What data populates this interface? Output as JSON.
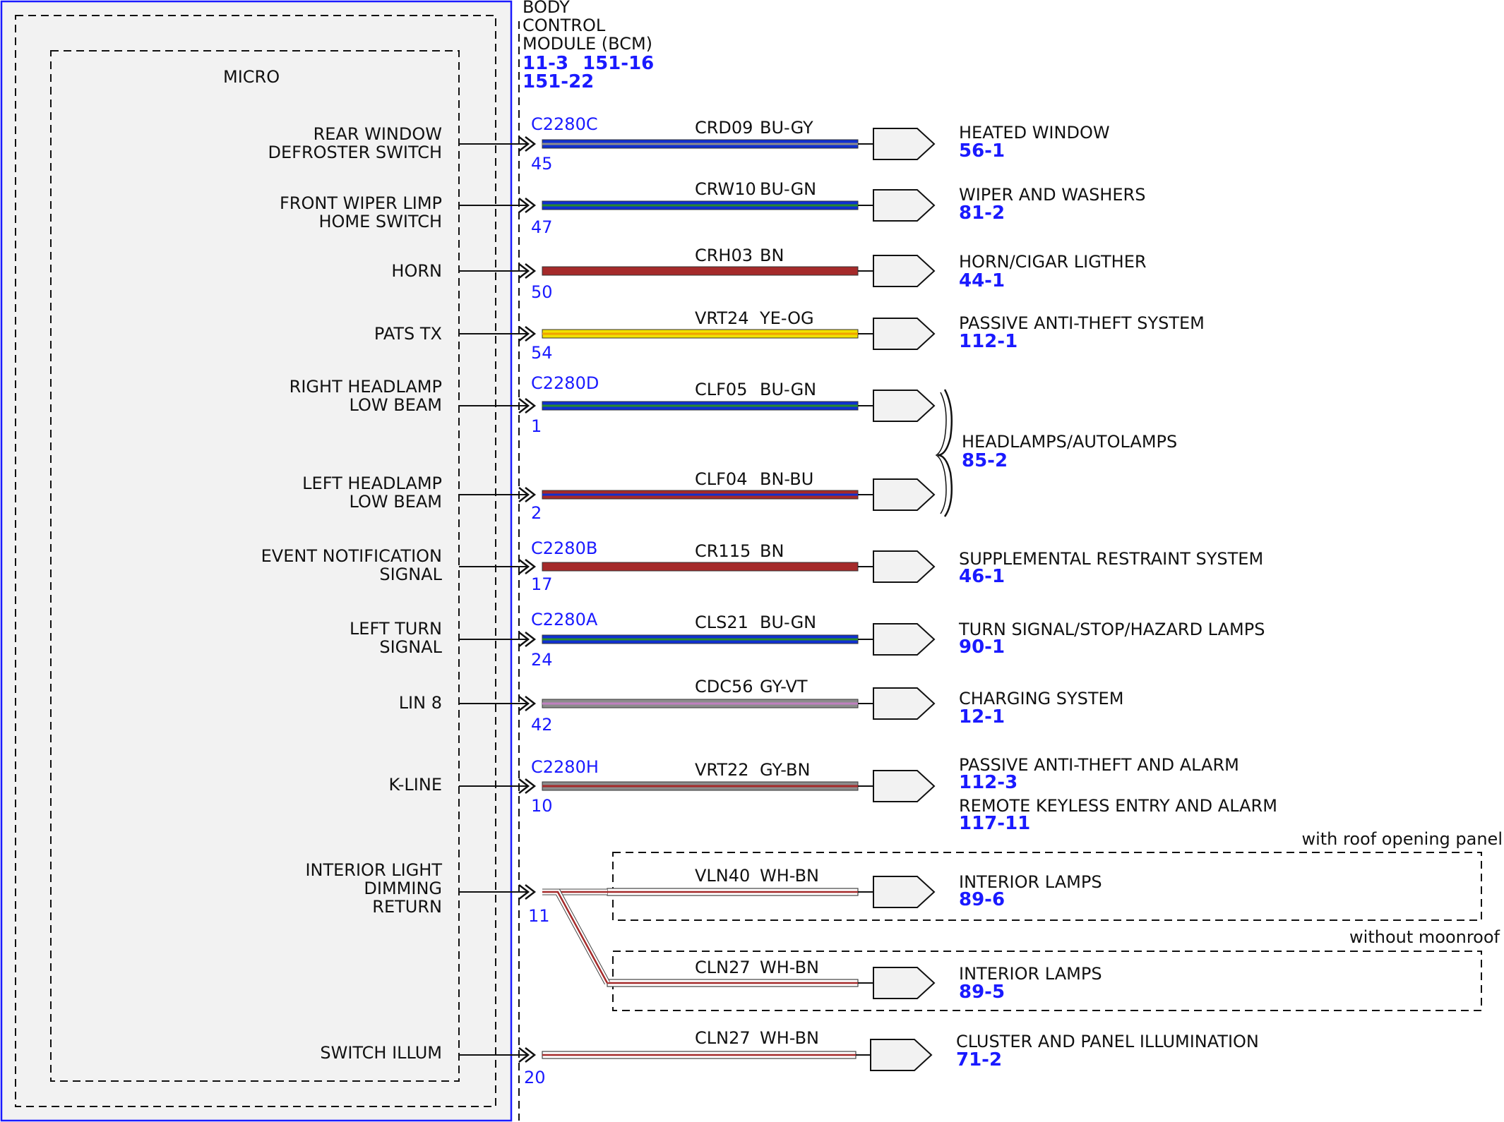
{
  "module": {
    "title_lines": [
      "BODY",
      "CONTROL",
      "MODULE (BCM)"
    ],
    "refs": [
      "11-3",
      "151-16",
      "151-22"
    ],
    "micro_label": "MICRO"
  },
  "colors": {
    "blue": "#1030d0",
    "red_brown": "#a52a2a",
    "yellow": "#f0e000",
    "green": "#2a8a2a",
    "gray": "#8c8c8c",
    "violet": "#c080c0",
    "orange": "#f0a000",
    "white": "#ffffff",
    "module_border": "#1a1aff",
    "ref_text": "#1a1aff"
  },
  "circuits": [
    {
      "signal": [
        "REAR WINDOW",
        "DEFROSTER SWITCH"
      ],
      "connector": "C2280C",
      "pin": "45",
      "circuit": "CRD09",
      "wire_color": "BU-GY",
      "stripes": [
        "blue",
        "gray"
      ],
      "dest": [
        "HEATED WINDOW"
      ],
      "ref": [
        "56-1"
      ]
    },
    {
      "signal": [
        "FRONT WIPER LIMP",
        "HOME SWITCH"
      ],
      "connector": "",
      "pin": "47",
      "circuit": "CRW10",
      "wire_color": "BU-GN",
      "stripes": [
        "blue",
        "green"
      ],
      "dest": [
        "WIPER AND WASHERS"
      ],
      "ref": [
        "81-2"
      ]
    },
    {
      "signal": [
        "HORN"
      ],
      "connector": "",
      "pin": "50",
      "circuit": "CRH03",
      "wire_color": "BN",
      "stripes": [
        "red_brown"
      ],
      "dest": [
        "HORN/CIGAR LIGTHER"
      ],
      "ref": [
        "44-1"
      ]
    },
    {
      "signal": [
        "PATS TX"
      ],
      "connector": "",
      "pin": "54",
      "circuit": "VRT24",
      "wire_color": "YE-OG",
      "stripes": [
        "yellow",
        "orange"
      ],
      "dest": [
        "PASSIVE ANTI-THEFT SYSTEM"
      ],
      "ref": [
        "112-1"
      ]
    },
    {
      "signal": [
        "RIGHT HEADLAMP",
        "LOW BEAM"
      ],
      "connector": "C2280D",
      "pin": "1",
      "circuit": "CLF05",
      "wire_color": "BU-GN",
      "stripes": [
        "blue",
        "green"
      ],
      "dest": [],
      "ref": []
    },
    {
      "signal": [
        "LEFT HEADLAMP",
        "LOW BEAM"
      ],
      "connector": "",
      "pin": "2",
      "circuit": "CLF04",
      "wire_color": "BN-BU",
      "stripes": [
        "red_brown",
        "blue"
      ],
      "dest": [],
      "ref": []
    },
    {
      "signal": [
        "EVENT NOTIFICATION",
        "SIGNAL"
      ],
      "connector": "C2280B",
      "pin": "17",
      "circuit": "CR115",
      "wire_color": "BN",
      "stripes": [
        "red_brown"
      ],
      "dest": [
        "SUPPLEMENTAL RESTRAINT SYSTEM"
      ],
      "ref": [
        "46-1"
      ]
    },
    {
      "signal": [
        "LEFT TURN",
        "SIGNAL"
      ],
      "connector": "C2280A",
      "pin": "24",
      "circuit": "CLS21",
      "wire_color": "BU-GN",
      "stripes": [
        "blue",
        "green"
      ],
      "dest": [
        "TURN SIGNAL/STOP/HAZARD LAMPS"
      ],
      "ref": [
        "90-1"
      ]
    },
    {
      "signal": [
        "LIN 8"
      ],
      "connector": "",
      "pin": "42",
      "circuit": "CDC56",
      "wire_color": "GY-VT",
      "stripes": [
        "gray",
        "violet"
      ],
      "dest": [
        "CHARGING SYSTEM"
      ],
      "ref": [
        "12-1"
      ]
    },
    {
      "signal": [
        "K-LINE"
      ],
      "connector": "C2280H",
      "pin": "10",
      "circuit": "VRT22",
      "wire_color": "GY-BN",
      "stripes": [
        "gray",
        "red_brown"
      ],
      "dest": [
        "PASSIVE ANTI-THEFT AND ALARM",
        "REMOTE KEYLESS ENTRY AND ALARM"
      ],
      "ref": [
        "112-3",
        "117-11"
      ]
    },
    {
      "signal": [
        "INTERIOR LIGHT",
        "DIMMING",
        "RETURN"
      ],
      "connector": "",
      "pin": "11",
      "circuit": "VLN40",
      "wire_color": "WH-BN",
      "stripes": [
        "white",
        "red_brown"
      ],
      "dest": [
        "INTERIOR LAMPS"
      ],
      "ref": [
        "89-6"
      ]
    },
    {
      "signal": [],
      "connector": "",
      "pin": "",
      "circuit": "CLN27",
      "wire_color": "WH-BN",
      "stripes": [
        "white",
        "red_brown"
      ],
      "dest": [
        "INTERIOR LAMPS"
      ],
      "ref": [
        "89-5"
      ]
    },
    {
      "signal": [
        "SWITCH ILLUM"
      ],
      "connector": "",
      "pin": "20",
      "circuit": "CLN27",
      "wire_color": "WH-BN",
      "stripes": [
        "white",
        "red_brown"
      ],
      "dest": [
        "CLUSTER AND PANEL ILLUMINATION"
      ],
      "ref": [
        "71-2"
      ]
    }
  ],
  "headlamp_group": {
    "dest": "HEADLAMPS/AUTOLAMPS",
    "ref": "85-2"
  },
  "options": {
    "roof_panel": "with roof opening panel",
    "no_moonroof": "without moonroof"
  }
}
